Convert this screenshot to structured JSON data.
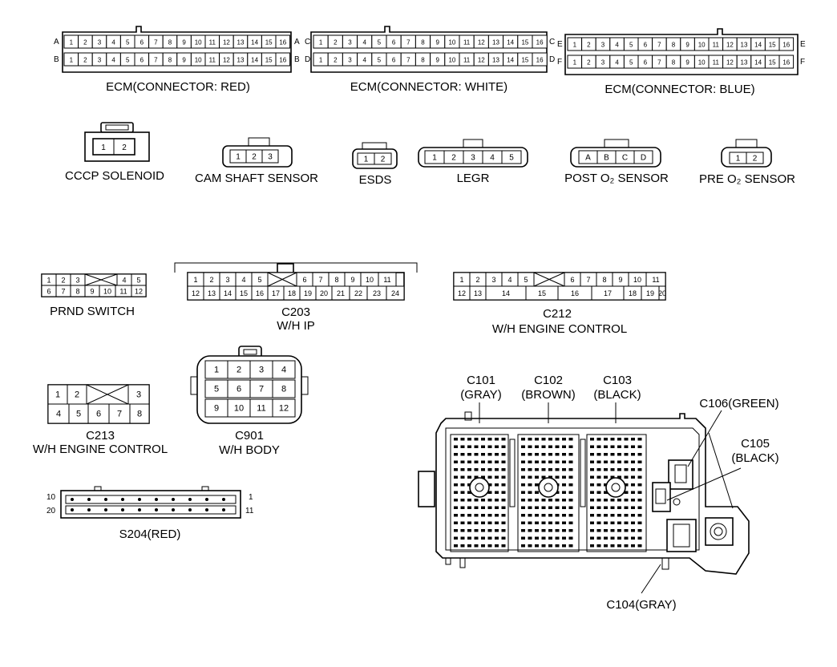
{
  "ecm_red": {
    "label": "ECM(CONNECTOR: RED)",
    "rows": [
      {
        "left": "A",
        "right": "A",
        "pins": [
          "1",
          "2",
          "3",
          "4",
          "5",
          "6",
          "7",
          "8",
          "9",
          "10",
          "11",
          "12",
          "13",
          "14",
          "15",
          "16"
        ]
      },
      {
        "left": "B",
        "right": "B",
        "pins": [
          "1",
          "2",
          "3",
          "4",
          "5",
          "6",
          "7",
          "8",
          "9",
          "10",
          "11",
          "12",
          "13",
          "14",
          "15",
          "16"
        ]
      }
    ]
  },
  "ecm_white": {
    "label": "ECM(CONNECTOR: WHITE)",
    "rows": [
      {
        "left": "C",
        "right": "C",
        "pins": [
          "1",
          "2",
          "3",
          "4",
          "5",
          "6",
          "7",
          "8",
          "9",
          "10",
          "11",
          "12",
          "13",
          "14",
          "15",
          "16"
        ]
      },
      {
        "left": "D",
        "right": "D",
        "pins": [
          "1",
          "2",
          "3",
          "4",
          "5",
          "6",
          "7",
          "8",
          "9",
          "10",
          "11",
          "12",
          "13",
          "14",
          "15",
          "16"
        ]
      }
    ]
  },
  "ecm_blue": {
    "label": "ECM(CONNECTOR: BLUE)",
    "rows": [
      {
        "left": "E",
        "right": "E",
        "pins": [
          "1",
          "2",
          "3",
          "4",
          "5",
          "6",
          "7",
          "8",
          "9",
          "10",
          "11",
          "12",
          "13",
          "14",
          "15",
          "16"
        ]
      },
      {
        "left": "F",
        "right": "F",
        "pins": [
          "1",
          "2",
          "3",
          "4",
          "5",
          "6",
          "7",
          "8",
          "9",
          "10",
          "11",
          "12",
          "13",
          "14",
          "15",
          "16"
        ]
      }
    ]
  },
  "cccp_solenoid": {
    "label": "CCCP SOLENOID",
    "pins": [
      "1",
      "2"
    ]
  },
  "cam_shaft_sensor": {
    "label": "CAM SHAFT SENSOR",
    "pins": [
      "1",
      "2",
      "3"
    ]
  },
  "esds": {
    "label": "ESDS",
    "pins": [
      "1",
      "2"
    ]
  },
  "legr": {
    "label": "LEGR",
    "pins": [
      "1",
      "2",
      "3",
      "4",
      "5"
    ]
  },
  "post_o2": {
    "label": "POST O₂ SENSOR",
    "pins": [
      "A",
      "B",
      "C",
      "D"
    ]
  },
  "pre_o2": {
    "label": "PRE O₂ SENSOR",
    "pins": [
      "1",
      "2"
    ]
  },
  "prnd_switch": {
    "label": "PRND SWITCH",
    "top": [
      "1",
      "2",
      "3",
      "",
      "4",
      "5"
    ],
    "bottom": [
      "6",
      "7",
      "8",
      "9",
      "10",
      "11",
      "12"
    ]
  },
  "c203": {
    "id": "C203",
    "desc": "W/H IP",
    "top": [
      "1",
      "2",
      "3",
      "4",
      "5",
      "",
      "6",
      "7",
      "8",
      "9",
      "10",
      "11"
    ],
    "bottom": [
      "12",
      "13",
      "14",
      "15",
      "16",
      "17",
      "18",
      "19",
      "20",
      "21",
      "22",
      "23",
      "24"
    ]
  },
  "c212": {
    "id": "C212",
    "desc": "W/H ENGINE CONTROL",
    "top": [
      "1",
      "2",
      "3",
      "4",
      "5",
      "",
      "6",
      "7",
      "8",
      "9",
      "10",
      "11"
    ],
    "bottom": [
      "12",
      "13",
      "14",
      "15",
      "16",
      "17",
      "18",
      "19",
      "20"
    ]
  },
  "c213": {
    "id": "C213",
    "desc": "W/H ENGINE CONTROL",
    "top": [
      "1",
      "2",
      "",
      "3"
    ],
    "bottom": [
      "4",
      "5",
      "6",
      "7",
      "8"
    ]
  },
  "c901": {
    "id": "C901",
    "desc": "W/H BODY",
    "rows": [
      [
        "1",
        "2",
        "3",
        "4"
      ],
      [
        "5",
        "6",
        "7",
        "8"
      ],
      [
        "9",
        "10",
        "11",
        "12"
      ]
    ]
  },
  "s204": {
    "label": "S204(RED)",
    "left_top": "10",
    "left_bottom": "20",
    "right_top": "1",
    "right_bottom": "11"
  },
  "fuse_block": {
    "c101": {
      "id": "C101",
      "color": "(GRAY)"
    },
    "c102": {
      "id": "C102",
      "color": "(BROWN)"
    },
    "c103": {
      "id": "C103",
      "color": "(BLACK)"
    },
    "c106": "C106(GREEN)",
    "c105": {
      "id": "C105",
      "color": "(BLACK)"
    },
    "c104": "C104(GRAY)"
  }
}
